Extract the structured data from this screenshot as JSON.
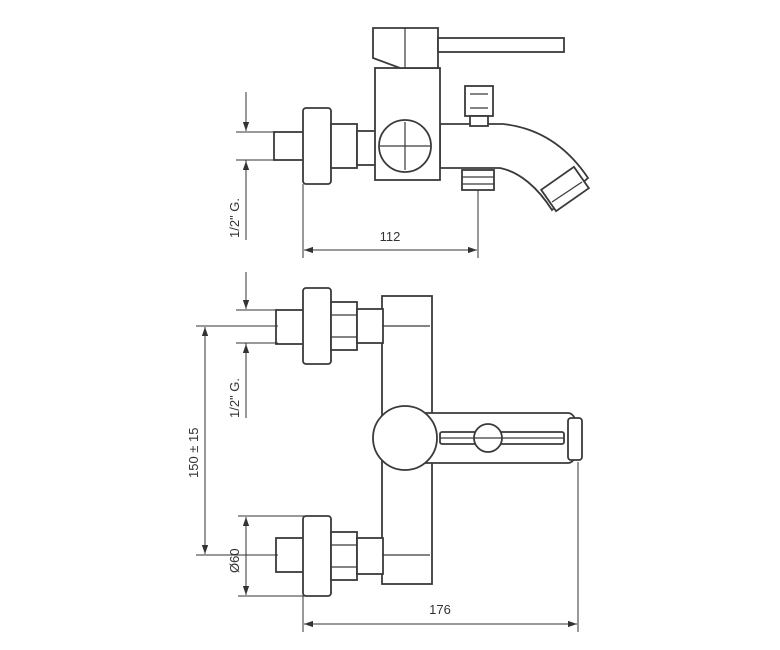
{
  "drawing": {
    "side_view": {
      "thread_label": "1/2\" G.",
      "width_dimension": "112"
    },
    "front_view": {
      "thread_label": "1/2\" G.",
      "centre_distance": "150 ± 15",
      "flange_diameter": "Ø60",
      "width_dimension": "176"
    },
    "colors": {
      "line": "#3a3a3a",
      "background": "#ffffff"
    }
  }
}
